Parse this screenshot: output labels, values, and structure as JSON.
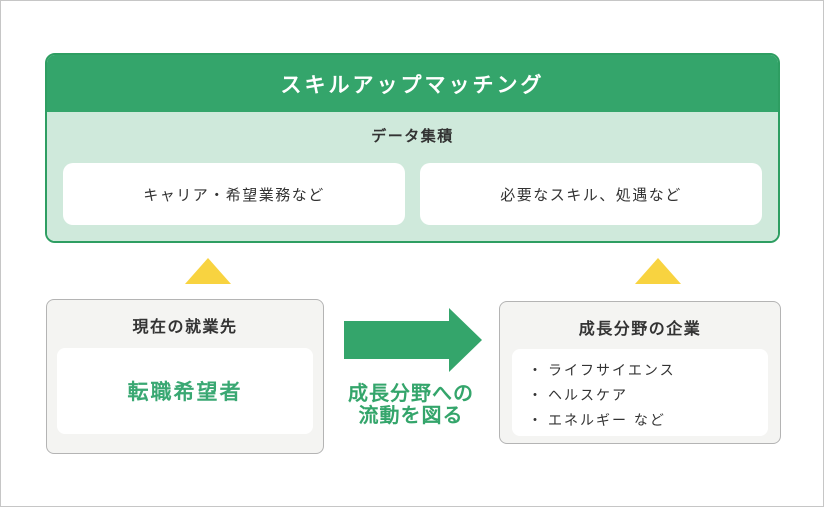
{
  "panel": {
    "title": "スキルアップマッチング",
    "subtitle": "データ集積",
    "left_card": "キャリア・希望業務など",
    "right_card": "必要なスキル、処遇など"
  },
  "left_box": {
    "title": "現在の就業先",
    "value": "転職希望者"
  },
  "right_box": {
    "title": "成長分野の企業",
    "bullet": "・",
    "items": [
      "ライフサイエンス",
      "ヘルスケア",
      "エネルギー など"
    ]
  },
  "arrow": {
    "label_line1": "成長分野への",
    "label_line2": "流動を図る"
  },
  "colors": {
    "header_green": "#34a56b",
    "panel_border_green": "#2e9e62",
    "light_green": "#cfe9db",
    "triangle_yellow": "#f8d340",
    "text_green": "#3aa873",
    "text_dark": "#333333",
    "box_background": "#f4f4f2",
    "box_border": "#b4b4b4"
  }
}
